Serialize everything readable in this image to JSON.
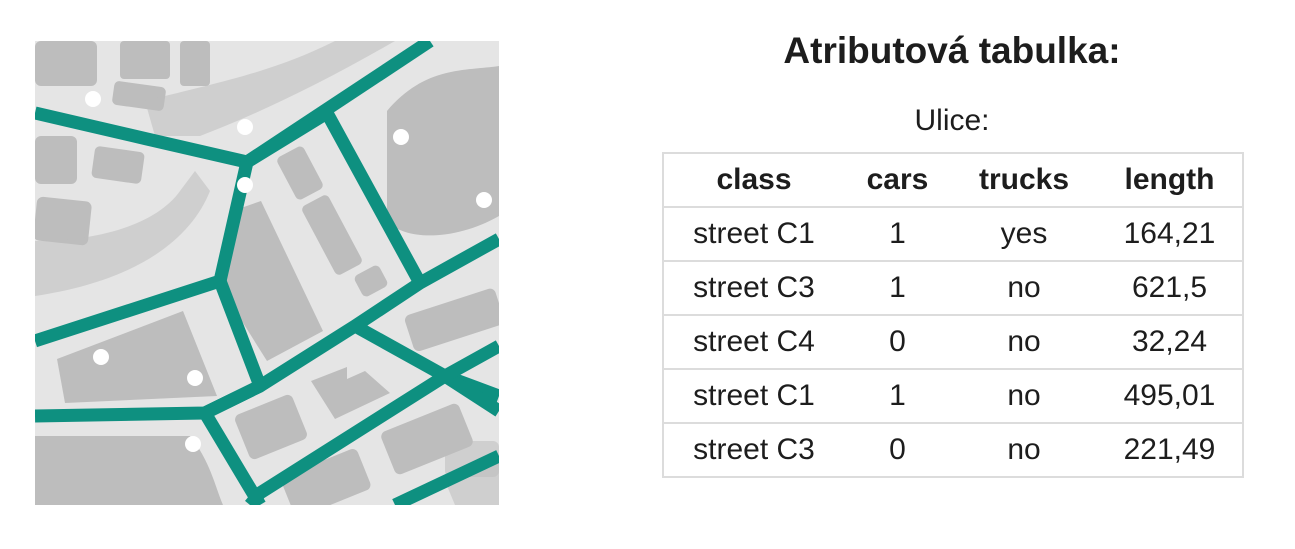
{
  "title": "Atributová tabulka:",
  "layer_label": "Ulice:",
  "table": {
    "columns": [
      "class",
      "cars",
      "trucks",
      "length"
    ],
    "rows": [
      [
        "street C1",
        "1",
        "yes",
        "164,21"
      ],
      [
        "street C3",
        "1",
        "no",
        "621,5"
      ],
      [
        "street C4",
        "0",
        "no",
        "32,24"
      ],
      [
        "street C1",
        "1",
        "no",
        "495,01"
      ],
      [
        "street C3",
        "0",
        "no",
        "221,49"
      ]
    ]
  },
  "colors": {
    "street": "#0e9080",
    "block": "#bdbdbd",
    "ground": "#e5e5e5",
    "marker": "#ffffff",
    "table_border": "#dcdcdc"
  }
}
